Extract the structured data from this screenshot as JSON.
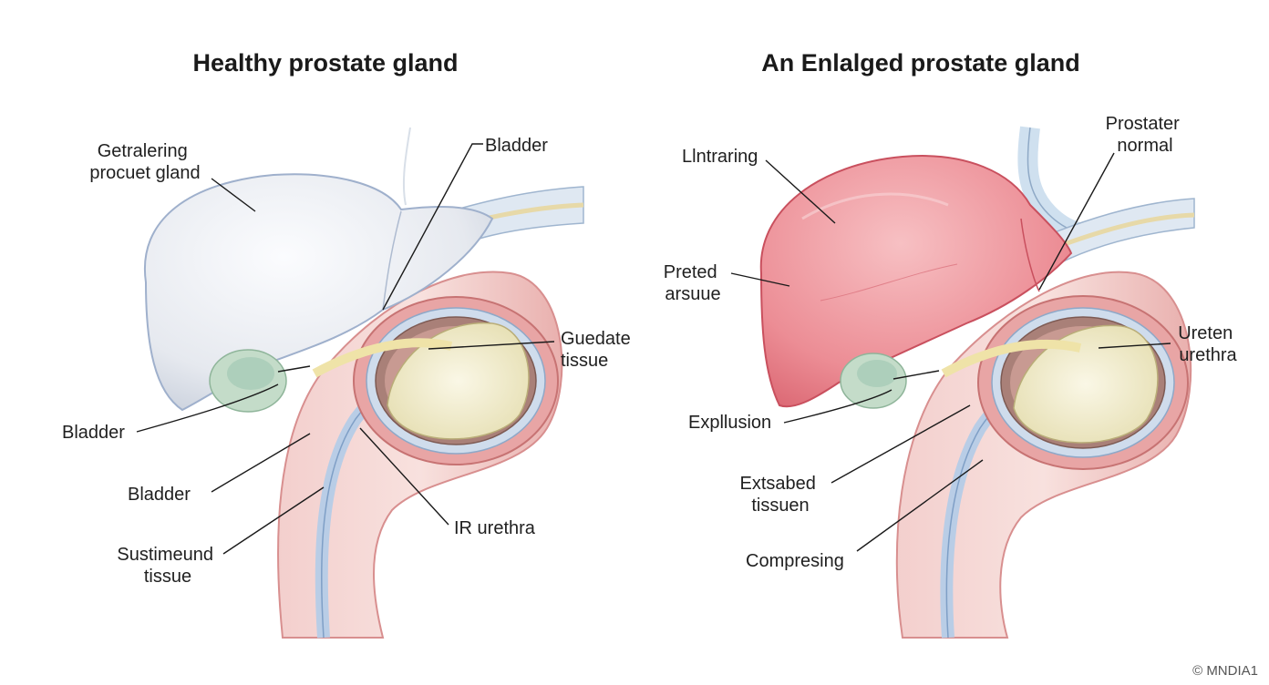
{
  "panels": [
    {
      "title": "Healthy prostate gland",
      "labels": [
        {
          "lines": [
            "Getralering",
            "procuet gland"
          ]
        },
        {
          "lines": [
            "Bladder"
          ]
        },
        {
          "lines": [
            "Guedate",
            "tissue"
          ]
        },
        {
          "lines": [
            "Bladder"
          ]
        },
        {
          "lines": [
            "Bladder"
          ]
        },
        {
          "lines": [
            "IR urethra"
          ]
        },
        {
          "lines": [
            "Sustimeund",
            "tissue"
          ]
        }
      ]
    },
    {
      "title": "An Enlalged prostate gland",
      "labels": [
        {
          "lines": [
            "Llntraring"
          ]
        },
        {
          "lines": [
            "Prostater",
            "normal"
          ]
        },
        {
          "lines": [
            "Preted",
            "arsuue"
          ]
        },
        {
          "lines": [
            "Ureten",
            "urethra"
          ]
        },
        {
          "lines": [
            "Expllusion"
          ]
        },
        {
          "lines": [
            "Extsabed",
            "tissuen"
          ]
        },
        {
          "lines": [
            "Compresing"
          ]
        }
      ]
    }
  ],
  "watermark": "© MNDIA1",
  "colors": {
    "healthy_gland": "#e9ecf2",
    "enlarged_gland": "#ec8a92",
    "tissue_pink": "#e9a9a9",
    "urethra_blue": "#b9cde6",
    "inner_cream": "#f3efd2",
    "nodule_green": "#bcd8c2"
  }
}
